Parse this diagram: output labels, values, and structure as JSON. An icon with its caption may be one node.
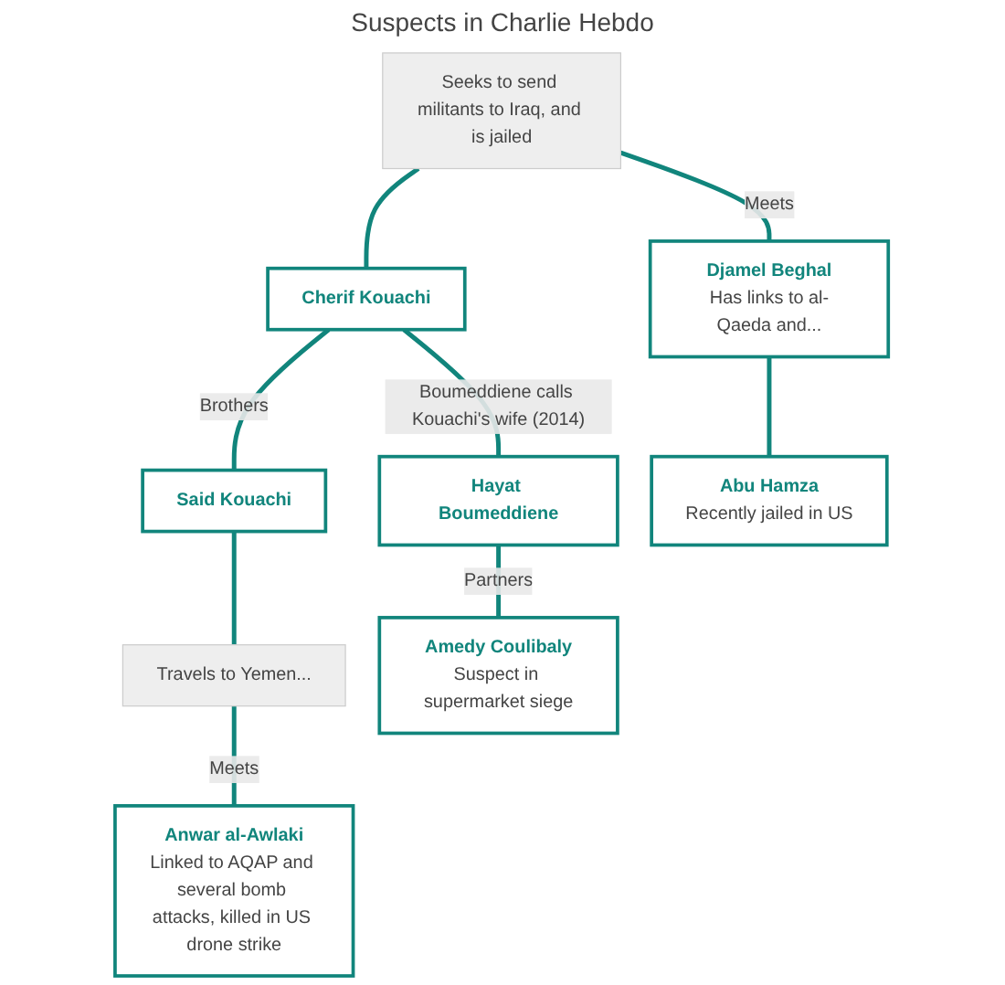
{
  "diagram": {
    "nodes": [
      {
        "text": [
          "Seeks to send militants to Iraq, and is jailed"
        ]
      },
      {
        "text": [
          "Cherif Kouachi"
        ]
      },
      {
        "text": [
          "Said Kouachi"
        ]
      },
      {
        "text": [
          "Travels to Yemen..."
        ]
      },
      {
        "text": [
          "Djamel Beghal",
          "Has links to al-Qaeda and..."
        ]
      },
      {
        "text": [
          "Anwar al-Awlaki",
          "Linked to AQAP and several bomb attacks, killed in US drone strike"
        ]
      },
      {
        "text": [
          "Abu Hamza",
          "Recently jailed in US"
        ]
      },
      {
        "text": [
          "Hayat Boumeddiene"
        ]
      },
      {
        "text": [
          "Amedy Coulibaly",
          "Suspect in supermarket siege"
        ]
      }
    ],
    "edges": [
      {
        "from": 0,
        "to": 1,
        "arrow": "none"
      },
      {
        "from": 1,
        "to": 2,
        "arrow": "none",
        "label": "Brothers"
      },
      {
        "from": 2,
        "to": 3,
        "arrow": "none"
      },
      {
        "from": 0,
        "to": 4,
        "arrow": "none",
        "label": "Meets"
      },
      {
        "from": 3,
        "to": 5,
        "arrow": "none",
        "label": "Meets"
      },
      {
        "from": 4,
        "to": 6,
        "arrow": "none"
      },
      {
        "from": 1,
        "to": 7,
        "arrow": "none",
        "label": "Boumeddiene calls Kouachi's wife (2014)"
      },
      {
        "from": 7,
        "to": 8,
        "arrow": "none",
        "label": "Partners"
      }
    ],
    "labels": [
      "Suspects in Charlie Hebdo"
    ]
  }
}
